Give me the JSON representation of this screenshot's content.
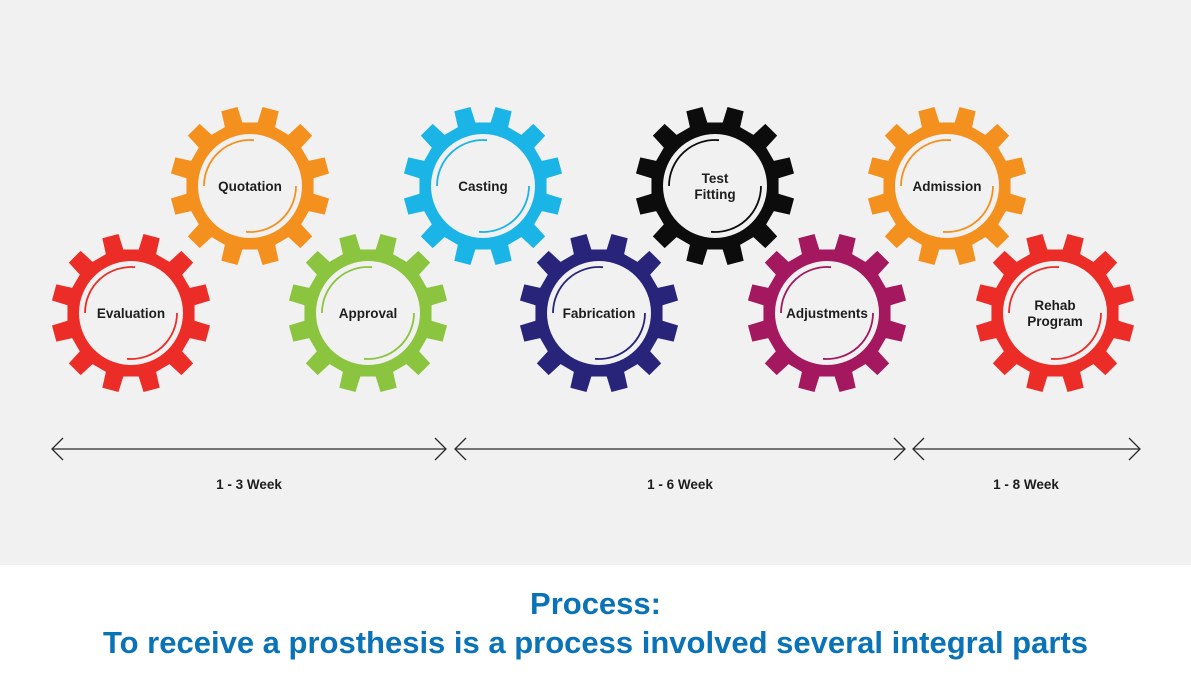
{
  "colors": {
    "red": "#ec2d27",
    "orange": "#f4911e",
    "green": "#8bc43f",
    "cyan": "#1bb4e6",
    "navy": "#27247a",
    "black": "#0c0c0c",
    "magenta": "#a3185f",
    "background": "#f1f1f2",
    "caption": "#0a73b8",
    "text": "#1d1d1d"
  },
  "gears": [
    {
      "id": "evaluation",
      "lines": [
        "Evaluation"
      ],
      "color": "red"
    },
    {
      "id": "quotation",
      "lines": [
        "Quotation"
      ],
      "color": "orange"
    },
    {
      "id": "approval",
      "lines": [
        "Approval"
      ],
      "color": "green"
    },
    {
      "id": "casting",
      "lines": [
        "Casting"
      ],
      "color": "cyan"
    },
    {
      "id": "fabrication",
      "lines": [
        "Fabrication"
      ],
      "color": "navy"
    },
    {
      "id": "test-fitting",
      "lines": [
        "Test",
        "Fitting"
      ],
      "color": "black"
    },
    {
      "id": "adjustments",
      "lines": [
        "Adjustments"
      ],
      "color": "magenta"
    },
    {
      "id": "admission",
      "lines": [
        "Admission"
      ],
      "color": "orange"
    },
    {
      "id": "rehab-program",
      "lines": [
        "Rehab",
        "Program"
      ],
      "color": "red"
    }
  ],
  "durations": [
    {
      "id": "phase-1",
      "label": "1 - 3 Week"
    },
    {
      "id": "phase-2",
      "label": "1 - 6 Week"
    },
    {
      "id": "phase-3",
      "label": "1 - 8 Week"
    }
  ],
  "caption": {
    "title": "Process:",
    "text": "To receive a prosthesis is a process involved several integral parts"
  }
}
